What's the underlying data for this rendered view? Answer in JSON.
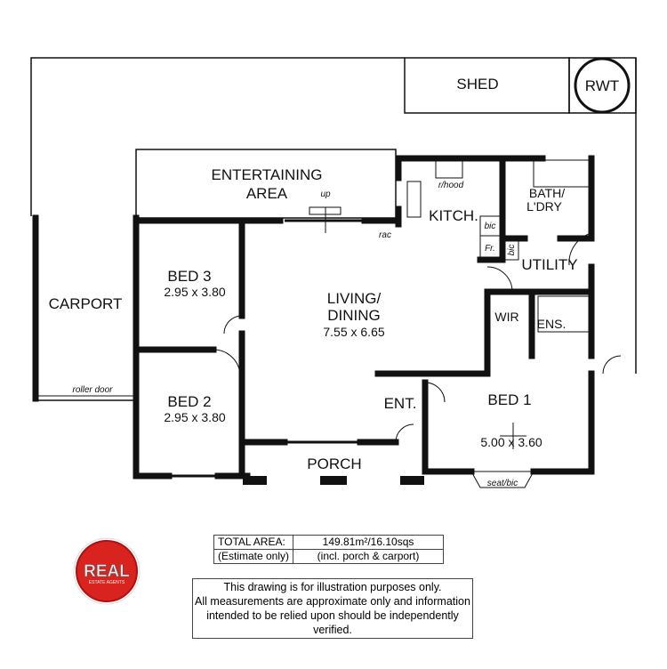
{
  "plan": {
    "rooms": {
      "shed": "SHED",
      "rwt": "RWT",
      "entertaining_line1": "ENTERTAINING",
      "entertaining_line2": "AREA",
      "up": "up",
      "rhood": "r/hood",
      "kitchen": "KITCH.",
      "bic1": "bic",
      "bic2": "bic",
      "fridge": "Fr.",
      "bath_line1": "BATH/",
      "bath_line2": "L'DRY",
      "utility": "UTILITY",
      "rac": "rac",
      "carport": "CARPORT",
      "roller_door": "roller door",
      "bed3": "BED 3",
      "bed3_dim": "2.95 x 3.80",
      "bed2": "BED 2",
      "bed2_dim": "2.95 x 3.80",
      "living_line1": "LIVING/",
      "living_line2": "DINING",
      "living_dim": "7.55 x 6.65",
      "wir": "WIR",
      "ens": "ENS.",
      "entry": "ENT.",
      "bed1": "BED 1",
      "bed1_dim": "5.00 x 3.60",
      "seat_bic": "seat/bic",
      "porch": "PORCH"
    }
  },
  "area": {
    "label1": "TOTAL AREA:",
    "label2": "(Estimate only)",
    "value1": "149.81m²/16.10sqs",
    "value2": "(incl. porch & carport)"
  },
  "disclaimer": {
    "line1": "This drawing is for illustration purposes only.",
    "line2": "All measurements are approximate only and information",
    "line3": "intended to be relied upon should be independently verified."
  },
  "logo": {
    "text": "REAL",
    "subtext": "ESTATE AGENTS",
    "color": "#d8231f"
  }
}
